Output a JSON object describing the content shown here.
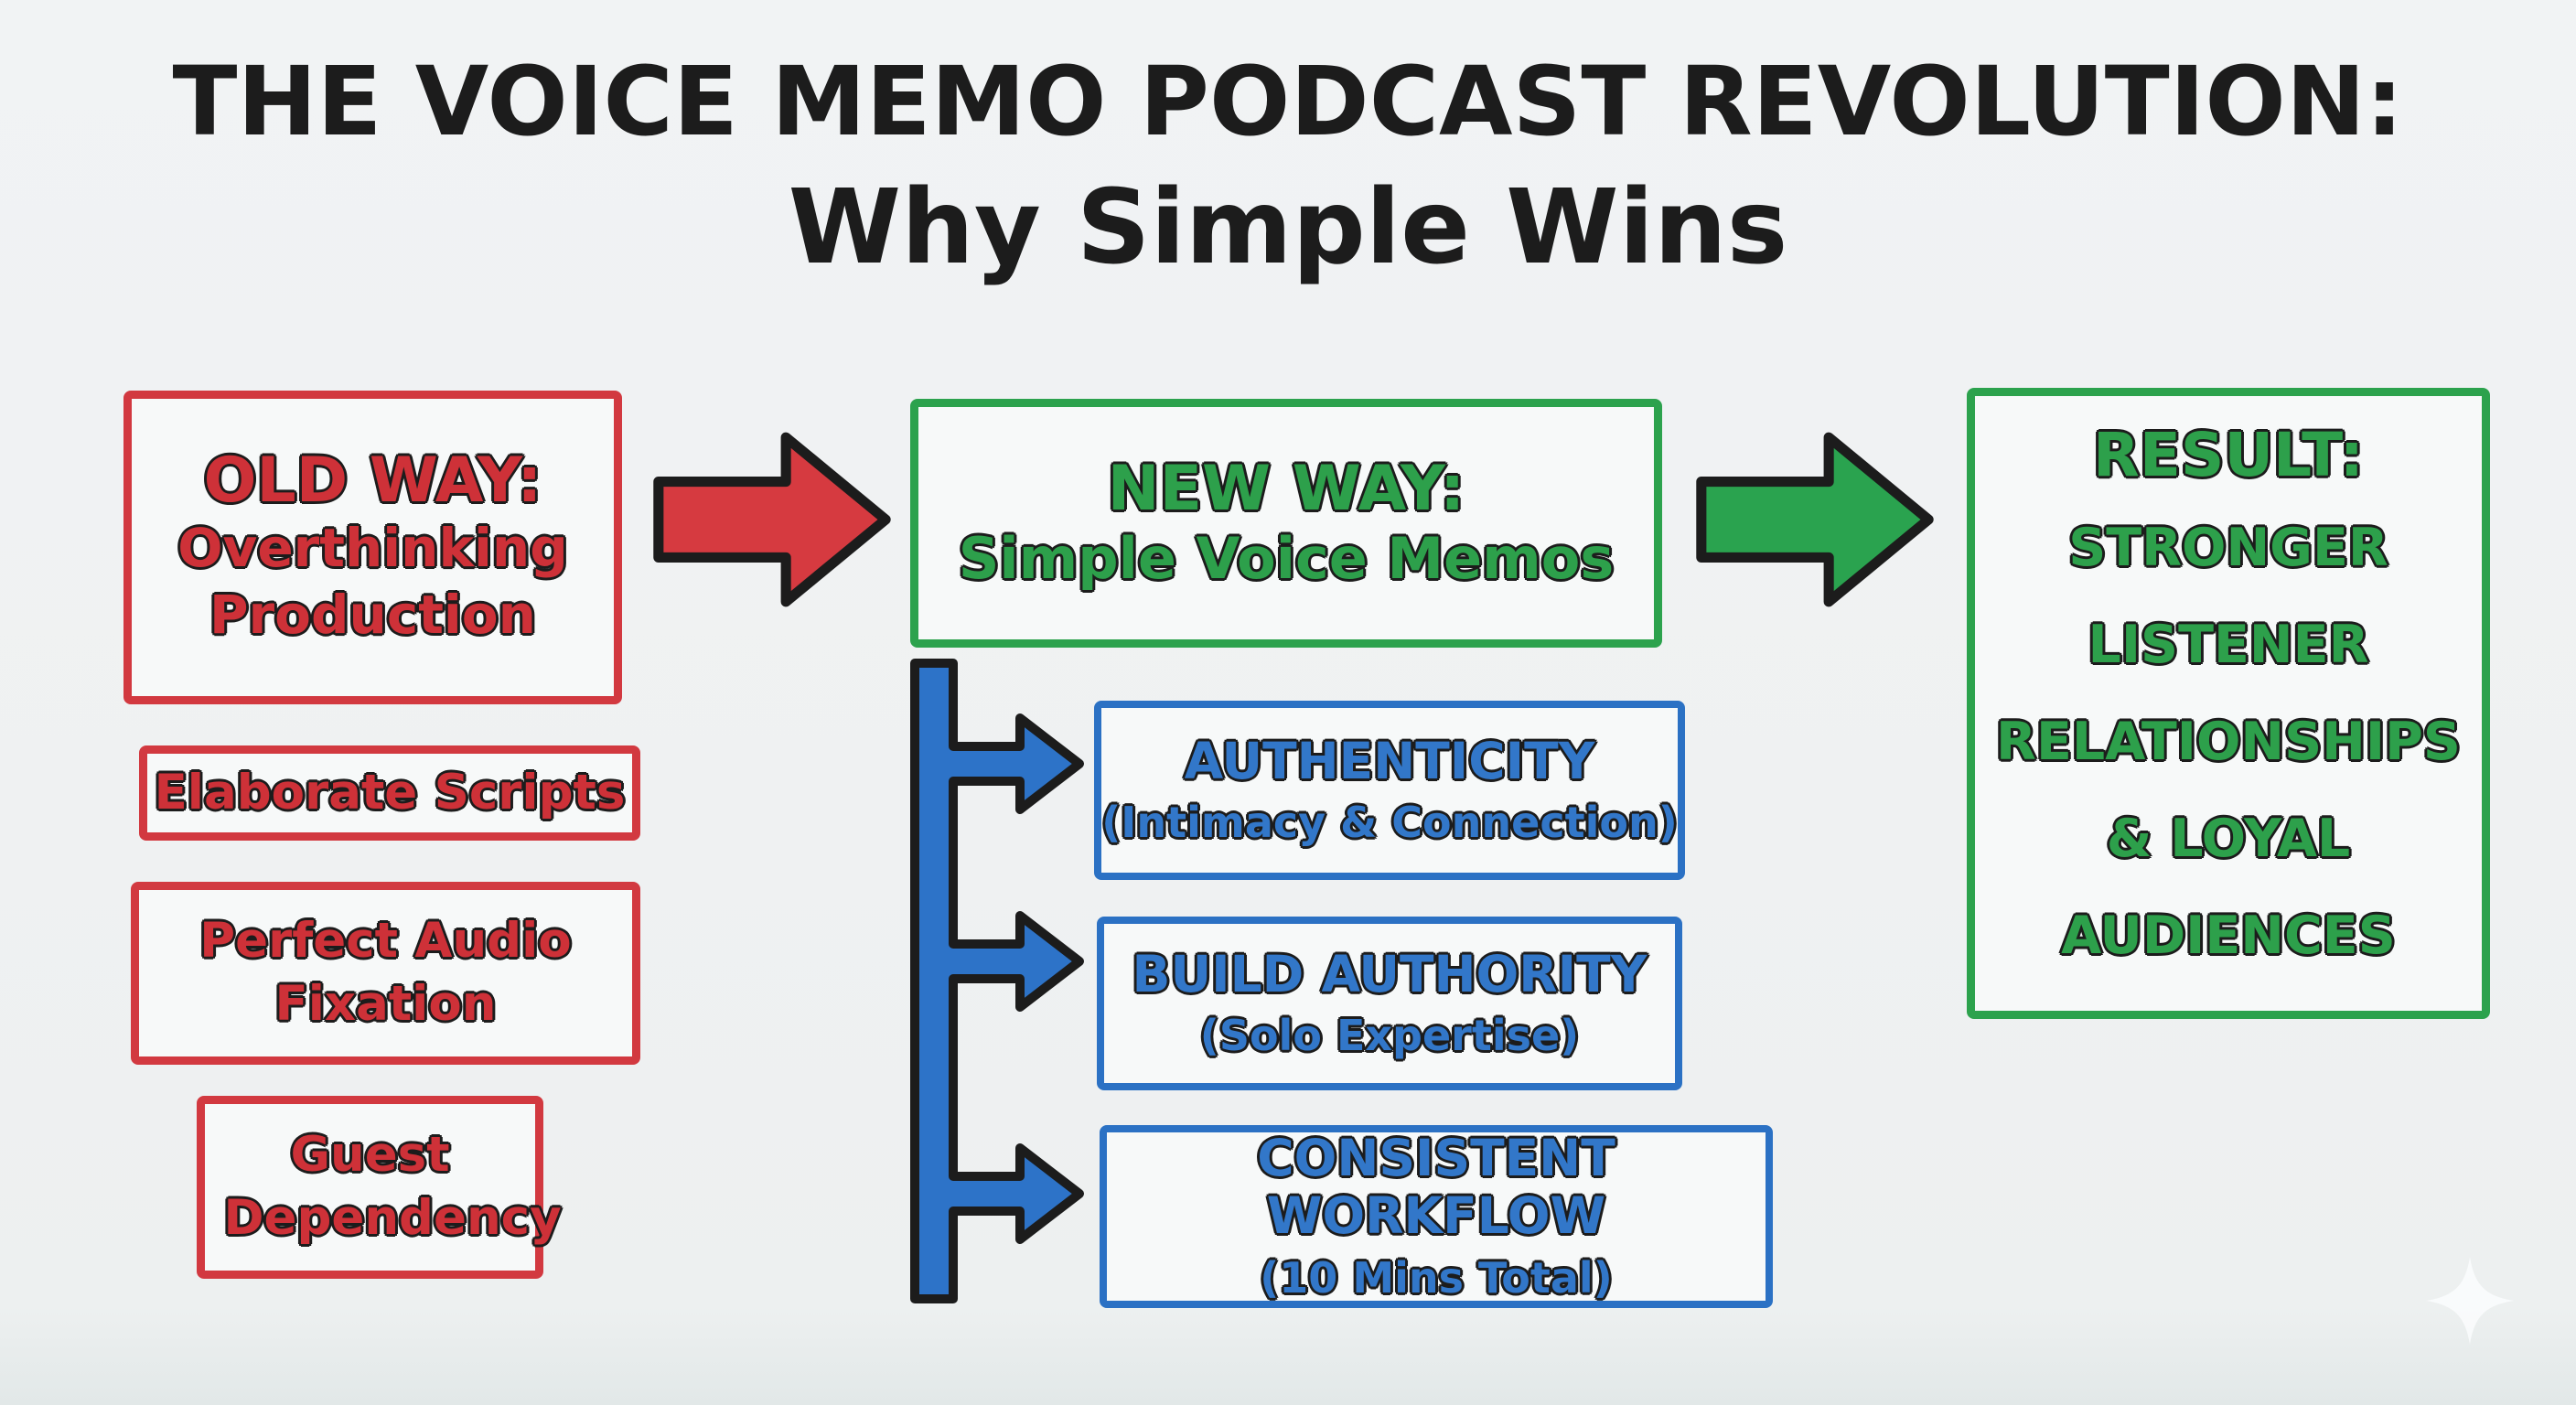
{
  "title": {
    "line1": "THE VOICE MEMO PODCAST REVOLUTION:",
    "line2": "Why Simple Wins"
  },
  "old_way": {
    "heading": "OLD WAY:",
    "subheading": "Overthinking Production",
    "items": [
      "Elaborate Scripts",
      "Perfect Audio Fixation",
      "Guest Dependency"
    ]
  },
  "new_way": {
    "heading": "NEW WAY:",
    "subheading": "Simple Voice Memos"
  },
  "benefits": [
    {
      "title": "AUTHENTICITY",
      "subtitle": "(Intimacy & Connection)"
    },
    {
      "title": "BUILD AUTHORITY",
      "subtitle": "(Solo Expertise)"
    },
    {
      "title": "CONSISTENT WORKFLOW",
      "subtitle": "(10 Mins Total)"
    }
  ],
  "result": {
    "heading": "RESULT:",
    "lines": [
      "STRONGER",
      "LISTENER",
      "RELATIONSHIPS",
      "& LOYAL",
      "AUDIENCES"
    ]
  },
  "icons": {
    "red_arrow": "red-arrow-icon",
    "green_arrow": "green-arrow-icon",
    "blue_connector": "blue-branch-connector-icon",
    "sparkle": "sparkle-icon"
  },
  "colors": {
    "background": "#eff1f2",
    "red": "#ce3138",
    "red_border": "#d23940",
    "red_arrow_fill": "#d63a40",
    "green": "#2da04b",
    "green_border": "#2ca24d",
    "green_arrow_fill": "#2aa34f",
    "blue": "#3277c9",
    "blue_border": "#2b71c4",
    "blue_arrow_fill": "#2d73c8",
    "outline": "#1c1c1c",
    "title_text": "#1c1c1c"
  }
}
